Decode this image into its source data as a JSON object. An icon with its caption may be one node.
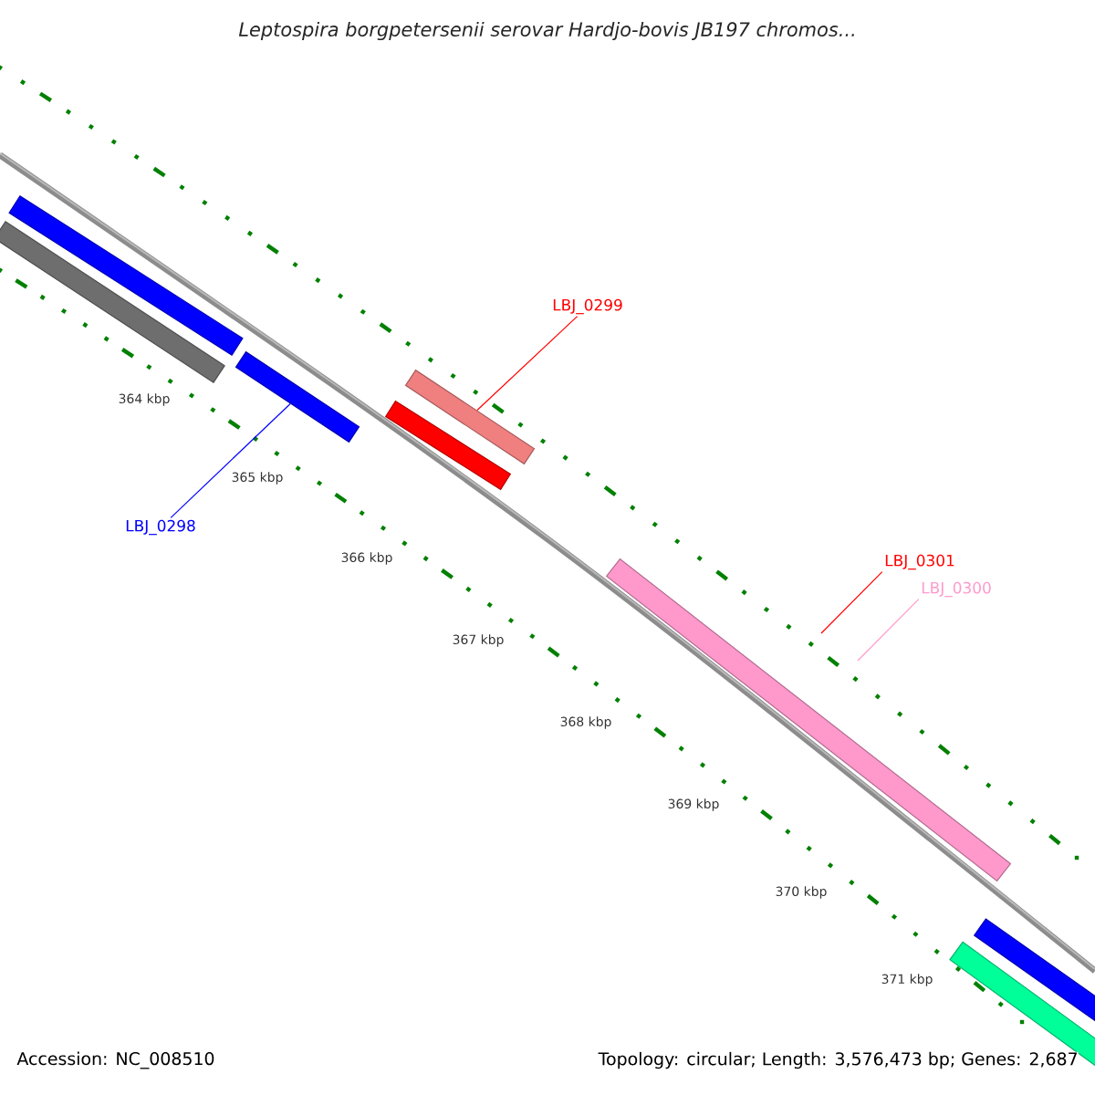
{
  "diagram": {
    "title": "*Leptospira borgpetersenii* serovar Hardjo-bovis JB197 chromos...",
    "nodes": [
      {
        "text": [
          "LBJ_0299"
        ]
      },
      {
        "text": [
          "LBJ_0301"
        ]
      },
      {
        "text": [
          "LBJ_0300"
        ]
      },
      {
        "text": [
          "LBJ_0298"
        ]
      },
      {
        "text": [],
        "shape": "bar"
      },
      {
        "text": [],
        "shape": "bar"
      },
      {
        "text": [],
        "shape": "bar"
      },
      {
        "text": [],
        "shape": "bar"
      },
      {
        "text": [],
        "shape": "bar"
      },
      {
        "text": [],
        "shape": "bar"
      },
      {
        "text": [],
        "shape": "bar"
      },
      {
        "text": [],
        "shape": "bar"
      }
    ],
    "edges": [
      {
        "from": 3,
        "to": 6,
        "arrow": "none",
        "color": "#0000ff"
      },
      {
        "from": 0,
        "to": 7,
        "arrow": "none",
        "color": "#ff0000"
      },
      {
        "from": 1,
        "to": null,
        "arrow": "none",
        "color": "#ff0000"
      },
      {
        "from": 2,
        "to": null,
        "arrow": "none",
        "color": "#ff99cc"
      }
    ],
    "labels": [
      "364 kbp",
      "365 kbp",
      "366 kbp",
      "367 kbp",
      "368 kbp",
      "369 kbp",
      "370 kbp",
      "371 kbp",
      "Accession: NC_008510",
      "Topology: circular; Length: 3,576,473 bp; Genes: 2,687"
    ]
  }
}
